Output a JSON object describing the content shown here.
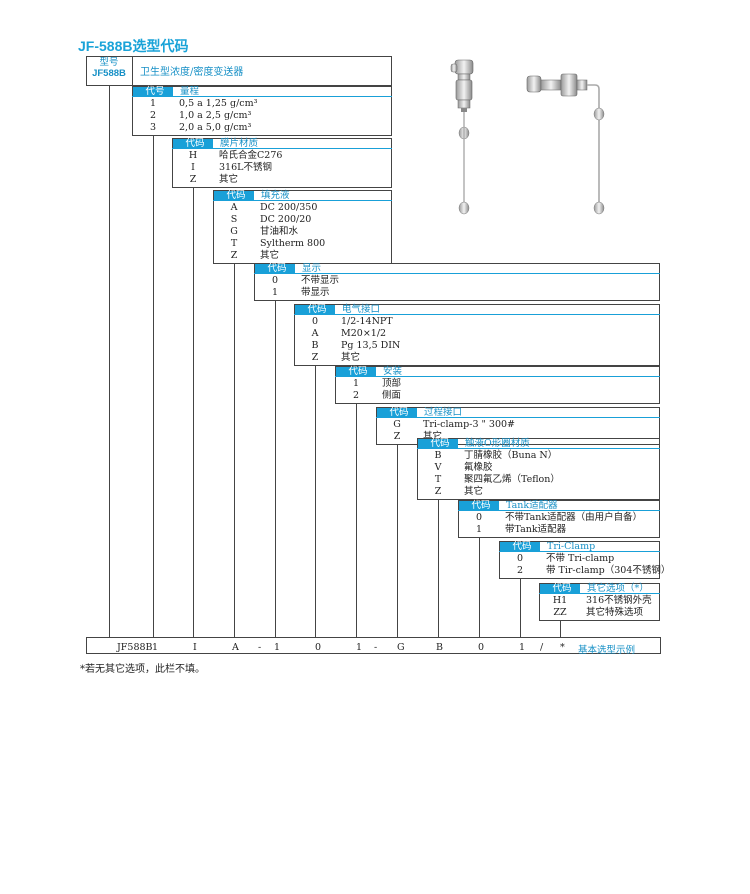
{
  "title": "JF-588B选型代码",
  "header": {
    "model_label": "型号",
    "model_code": "JF588B",
    "product_name": "卫生型浓度/密度变送器"
  },
  "col_code": "代码",
  "col_code_first": "代号",
  "sections": [
    {
      "title": "量程",
      "rows": [
        {
          "code": "1",
          "desc": "0,5  a  1,25  g/cm³"
        },
        {
          "code": "2",
          "desc": "1,0  a  2,5  g/cm³"
        },
        {
          "code": "3",
          "desc": "2,0  a  5,0  g/cm³"
        }
      ]
    },
    {
      "title": "膜片材质",
      "rows": [
        {
          "code": "H",
          "desc": "哈氏合金C276"
        },
        {
          "code": "I",
          "desc": "316L不锈钢"
        },
        {
          "code": "Z",
          "desc": "其它"
        }
      ]
    },
    {
      "title": "填充液",
      "rows": [
        {
          "code": "A",
          "desc": "DC 200/350"
        },
        {
          "code": "S",
          "desc": "DC 200/20"
        },
        {
          "code": "G",
          "desc": "甘油和水"
        },
        {
          "code": "T",
          "desc": "Syltherm 800"
        },
        {
          "code": "Z",
          "desc": "其它"
        }
      ]
    },
    {
      "title": "显示",
      "rows": [
        {
          "code": "0",
          "desc": "不带显示"
        },
        {
          "code": "1",
          "desc": "带显示"
        }
      ]
    },
    {
      "title": "电气接口",
      "rows": [
        {
          "code": "0",
          "desc": "1/2-14NPT"
        },
        {
          "code": "A",
          "desc": "M20×1/2"
        },
        {
          "code": "B",
          "desc": "Pg 13,5 DIN"
        },
        {
          "code": "Z",
          "desc": "其它"
        }
      ]
    },
    {
      "title": "安装",
      "rows": [
        {
          "code": "1",
          "desc": "顶部"
        },
        {
          "code": "2",
          "desc": "侧面"
        }
      ]
    },
    {
      "title": "过程接口",
      "rows": [
        {
          "code": "G",
          "desc": "Tri-clamp-3 \" 300#"
        },
        {
          "code": "Z",
          "desc": "其它"
        }
      ]
    },
    {
      "title": "触液O形圈材质",
      "rows": [
        {
          "code": "B",
          "desc": "丁腈橡胶（Buna N）"
        },
        {
          "code": "V",
          "desc": "氟橡胶"
        },
        {
          "code": "T",
          "desc": "聚四氟乙烯（Teflon）"
        },
        {
          "code": "Z",
          "desc": "其它"
        }
      ]
    },
    {
      "title": "Tank适配器",
      "rows": [
        {
          "code": "0",
          "desc": "不带Tank适配器（由用户自备）"
        },
        {
          "code": "1",
          "desc": "带Tank适配器"
        }
      ]
    },
    {
      "title": "Tri-Clamp",
      "rows": [
        {
          "code": "0",
          "desc": "不带 Tri-clamp"
        },
        {
          "code": "2",
          "desc": "带 Tir-clamp（304不锈钢）"
        }
      ]
    },
    {
      "title": "其它选项（*）",
      "rows": [
        {
          "code": "H1",
          "desc": "316不锈钢外壳"
        },
        {
          "code": "ZZ",
          "desc": "其它特殊选项"
        }
      ]
    }
  ],
  "example": {
    "codes": [
      "JF588B",
      "1",
      "I",
      "A",
      "-",
      "1",
      "0",
      "1",
      "-",
      "G",
      "B",
      "0",
      "1",
      "/",
      "*"
    ],
    "label": "基本选型示例"
  },
  "footnote": "*若无其它选项，此栏不填。",
  "colors": {
    "accent": "#19a0d8",
    "line": "#444444"
  }
}
